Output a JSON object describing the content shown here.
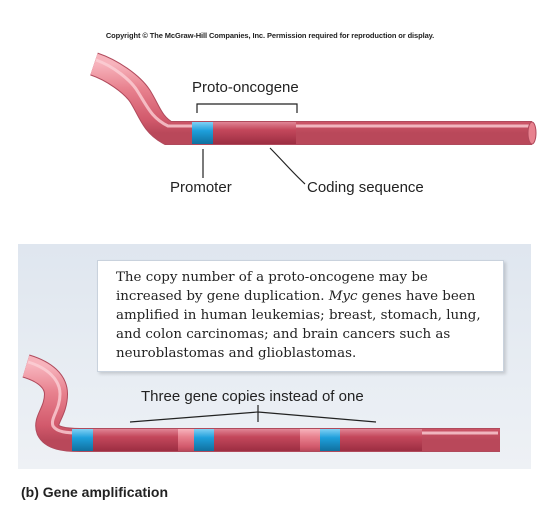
{
  "copyright": "Copyright © The McGraw-Hill Companies, Inc. Permission required for reproduction or display.",
  "panel_a": {
    "gene_label": "Proto-oncogene",
    "promoter_label": "Promoter",
    "coding_label": "Coding sequence"
  },
  "panel_b": {
    "note_part1": "The copy number of a proto-oncogene may be increased by gene duplication. ",
    "note_italic": "Myc",
    "note_part2": " genes have been amplified in human leukemias; breast, stomach, lung, and colon carcinomas; and brain cancers such as neuroblastomas and glioblastomas.",
    "copies_label": "Three gene copies instead of one",
    "caption": "(b) Gene amplification"
  },
  "colors": {
    "dna_light": "#e8828f",
    "dna_mid": "#d46272",
    "gene_dark": "#b83c50",
    "promoter_blue": "#1a9ad8",
    "panel_bg": "#e2e8f0"
  }
}
